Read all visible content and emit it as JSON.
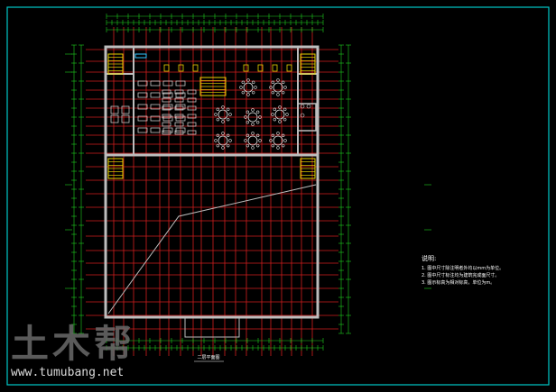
{
  "notes": {
    "heading": "说明:",
    "items": [
      "1. 图中尺寸除注明者外均以mm为单位。",
      "2. 图中尺寸标注均为建筑完成面尺寸。",
      "3. 图示标高为相对标高，单位为m。"
    ]
  },
  "drawing_title": "二层平面图",
  "watermark": {
    "logo_text": "土木帮",
    "url": "www.tumubang.net"
  },
  "colors": {
    "border": "#00c8c8",
    "grid": "#d21e1e",
    "dimension": "#1fd11f",
    "wall": "#bdbdbd",
    "furniture": "#e0e0e0",
    "stair": "#e6d200",
    "text": "#ffffff"
  }
}
